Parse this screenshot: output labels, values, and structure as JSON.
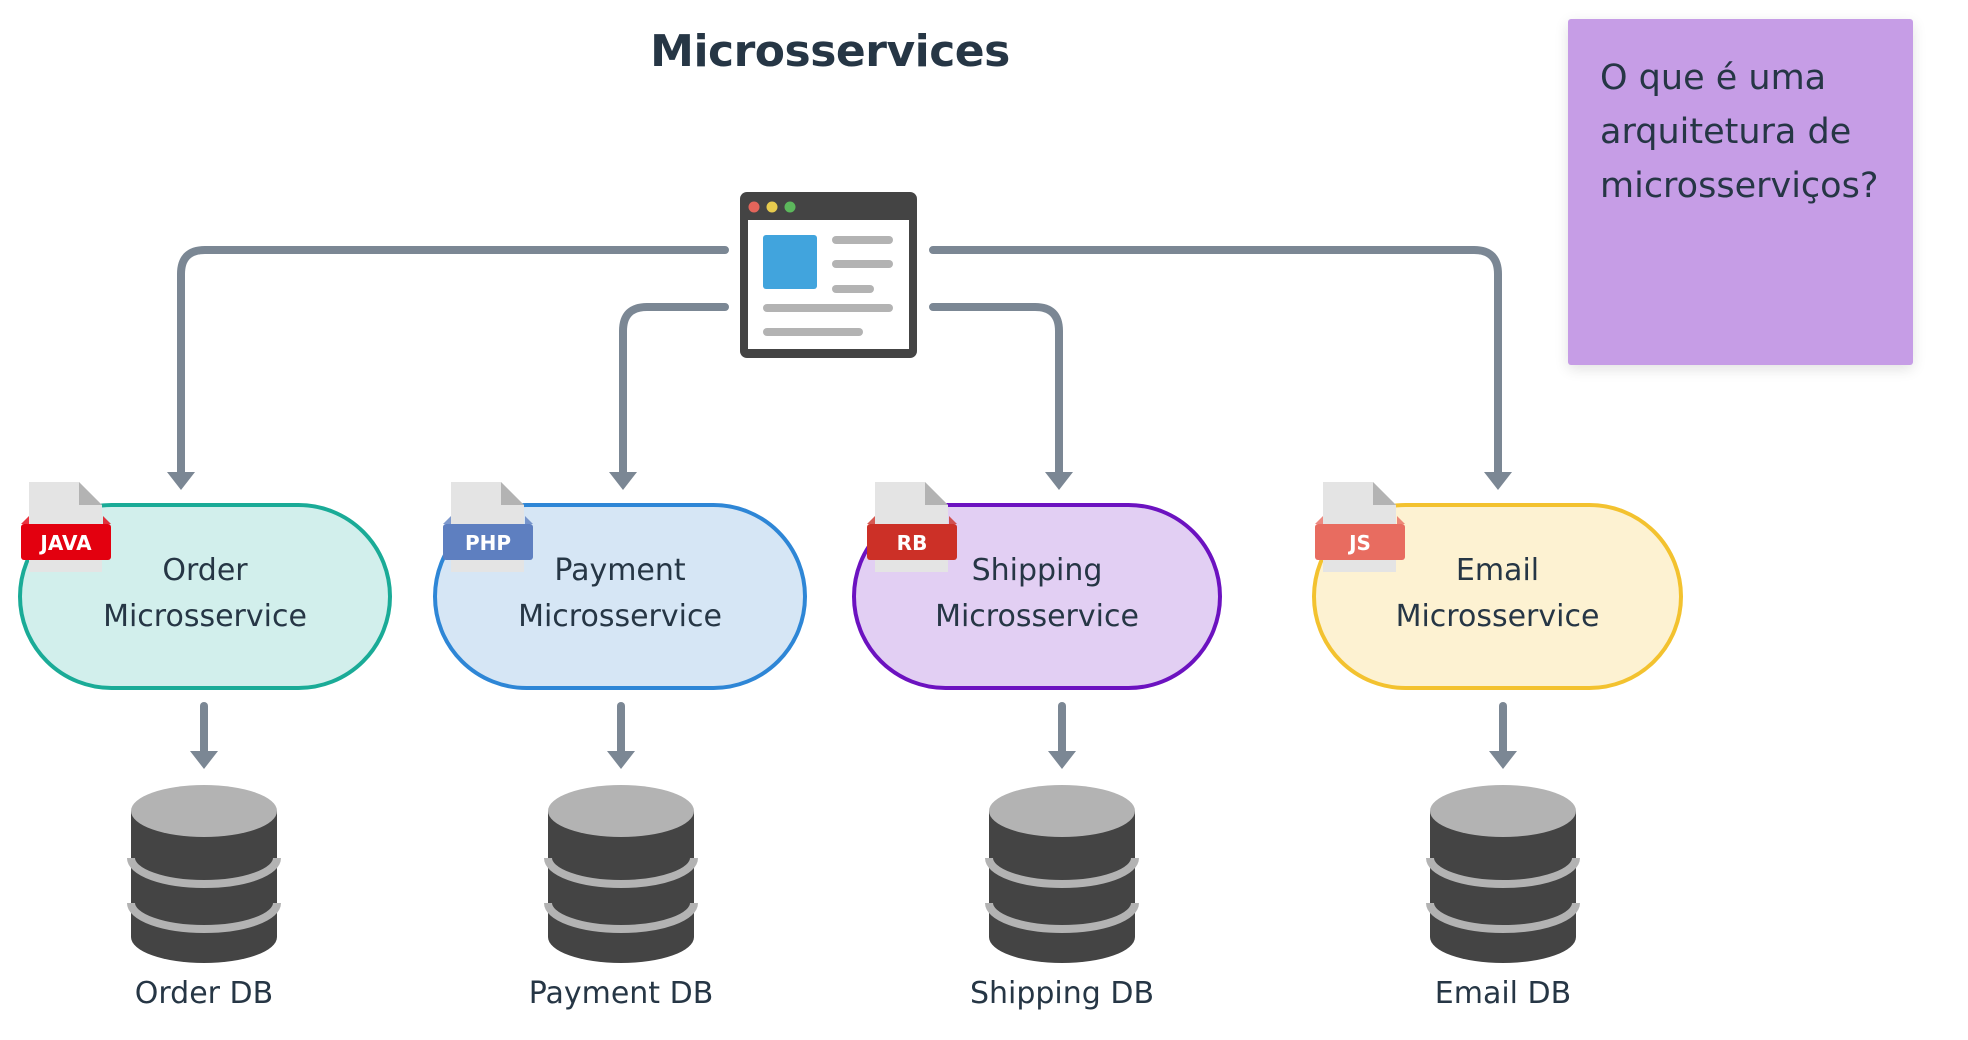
{
  "title": "Microsservices",
  "sticky_note": {
    "text": "O que é uma arquitetura de microsserviços?",
    "color": "#c69de6"
  },
  "client": {
    "icon": "browser-window-icon"
  },
  "connector_color": "#7b8794",
  "services": [
    {
      "id": "order",
      "line1": "Order",
      "line2": "Microsservice",
      "language": "JAVA",
      "badge_color": "#e3000f",
      "border": "#1aab97",
      "fill": "#d2efec",
      "db_label": "Order DB"
    },
    {
      "id": "payment",
      "line1": "Payment",
      "line2": "Microsservice",
      "language": "PHP",
      "badge_color": "#5e7fc0",
      "border": "#2e86d6",
      "fill": "#d6e6f5",
      "db_label": "Payment DB"
    },
    {
      "id": "shipping",
      "line1": "Shipping",
      "line2": "Microsservice",
      "language": "RB",
      "badge_color": "#cc3027",
      "border": "#6c12c0",
      "fill": "#e2cff3",
      "db_label": "Shipping DB"
    },
    {
      "id": "email",
      "line1": "Email",
      "line2": "Microsservice",
      "language": "JS",
      "badge_color": "#e86c60",
      "border": "#f3c22f",
      "fill": "#fdf2d2",
      "db_label": "Email DB"
    }
  ]
}
